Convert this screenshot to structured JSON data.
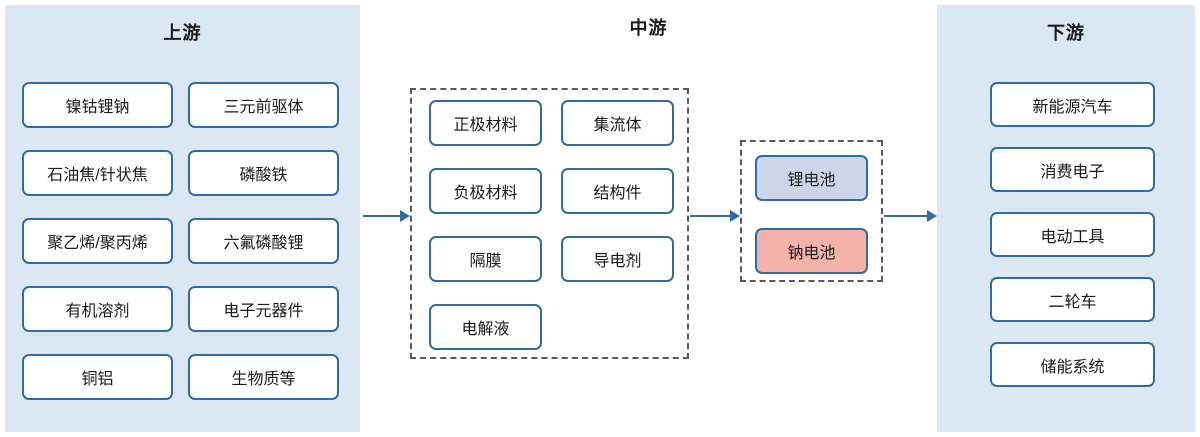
{
  "diagram": {
    "title_upstream": "上游",
    "title_midstream": "中游",
    "title_downstream": "下游",
    "colors": {
      "panel_background": "#dce7f4",
      "node_border": "#2e6da4",
      "node_background": "#ffffff",
      "group_border": "#595959",
      "arrow": "#2e6da4",
      "lithium_fill": "#ccd5ea",
      "sodium_fill": "#f5b2ab",
      "text": "#1a1a1a"
    }
  },
  "upstream": {
    "title": "上游",
    "column_a": [
      {
        "label": "镍钴锂钠"
      },
      {
        "label": "石油焦/针状焦"
      },
      {
        "label": "聚乙烯/聚丙烯"
      },
      {
        "label": "有机溶剂"
      },
      {
        "label": "铜铝"
      }
    ],
    "column_b": [
      {
        "label": "三元前驱体"
      },
      {
        "label": "磷酸铁"
      },
      {
        "label": "六氟磷酸锂"
      },
      {
        "label": "电子元器件"
      },
      {
        "label": "生物质等"
      }
    ]
  },
  "midstream": {
    "title": "中游",
    "materials_column_a": [
      {
        "label": "正极材料"
      },
      {
        "label": "负极材料"
      },
      {
        "label": "隔膜"
      },
      {
        "label": "电解液"
      }
    ],
    "materials_column_b": [
      {
        "label": "集流体"
      },
      {
        "label": "结构件"
      },
      {
        "label": "导电剂"
      }
    ],
    "batteries": [
      {
        "label": "锂电池",
        "fill": "#ccd5ea"
      },
      {
        "label": "钠电池",
        "fill": "#f5b2ab"
      }
    ]
  },
  "downstream": {
    "title": "下游",
    "items": [
      {
        "label": "新能源汽车"
      },
      {
        "label": "消费电子"
      },
      {
        "label": "电动工具"
      },
      {
        "label": "二轮车"
      },
      {
        "label": "储能系统"
      }
    ]
  },
  "arrows": [
    {
      "name": "upstream-to-midstream"
    },
    {
      "name": "midstream-to-batteries"
    },
    {
      "name": "batteries-to-downstream"
    }
  ]
}
